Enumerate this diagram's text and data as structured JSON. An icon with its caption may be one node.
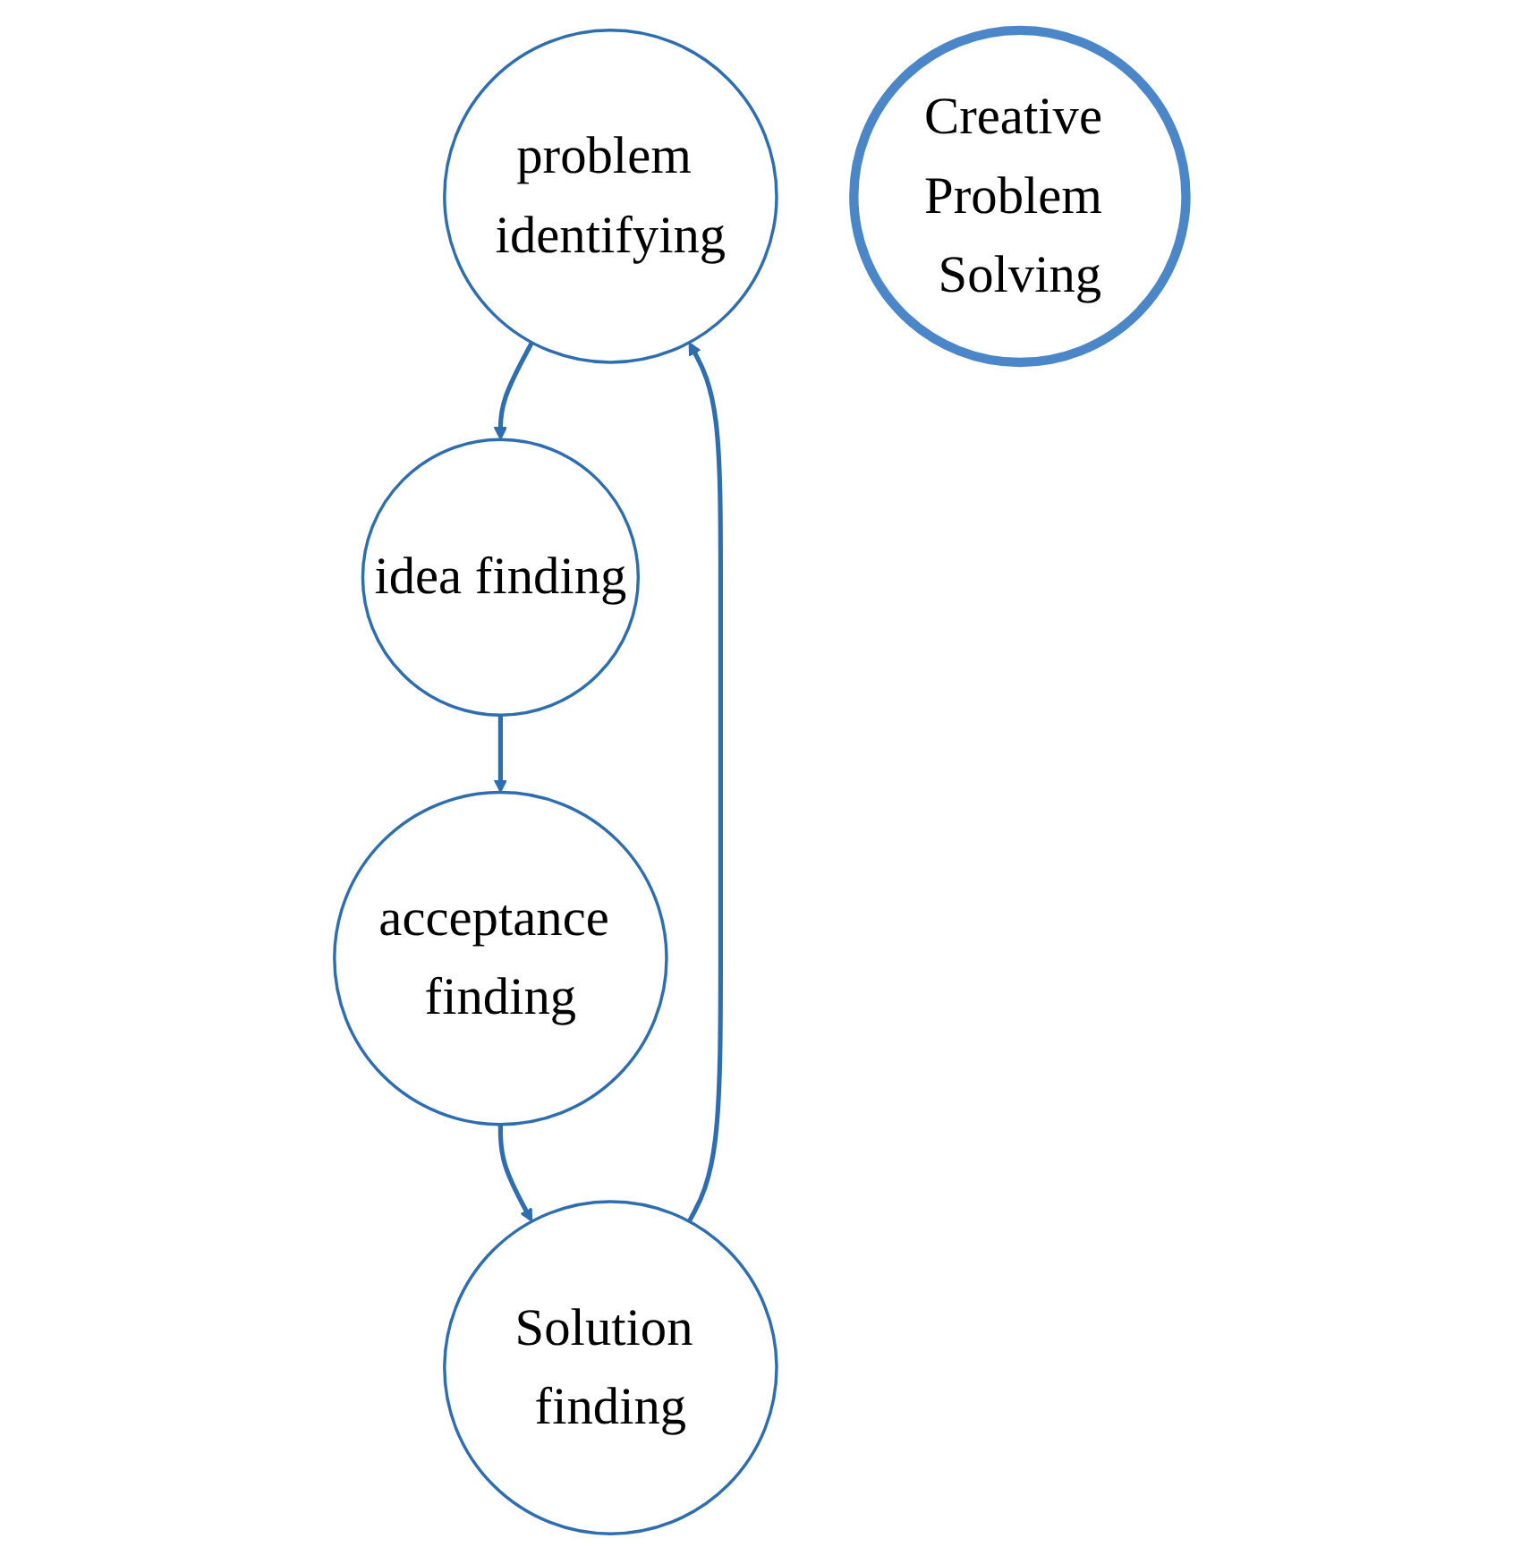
{
  "diagram": {
    "nodes": [
      {
        "text": [
          "problem identifying"
        ]
      },
      {
        "text": [
          "idea finding"
        ]
      },
      {
        "text": [
          "Creative Problem Solving"
        ]
      },
      {
        "text": [
          "Solution finding"
        ]
      },
      {
        "text": [
          "acceptance finding"
        ]
      }
    ],
    "edges": [
      {
        "from": 0,
        "to": 1,
        "arrow": "to"
      },
      {
        "from": 1,
        "to": 4,
        "arrow": "to"
      },
      {
        "from": 4,
        "to": 3,
        "arrow": "to"
      },
      {
        "from": 3,
        "to": 0,
        "arrow": "to"
      }
    ]
  }
}
